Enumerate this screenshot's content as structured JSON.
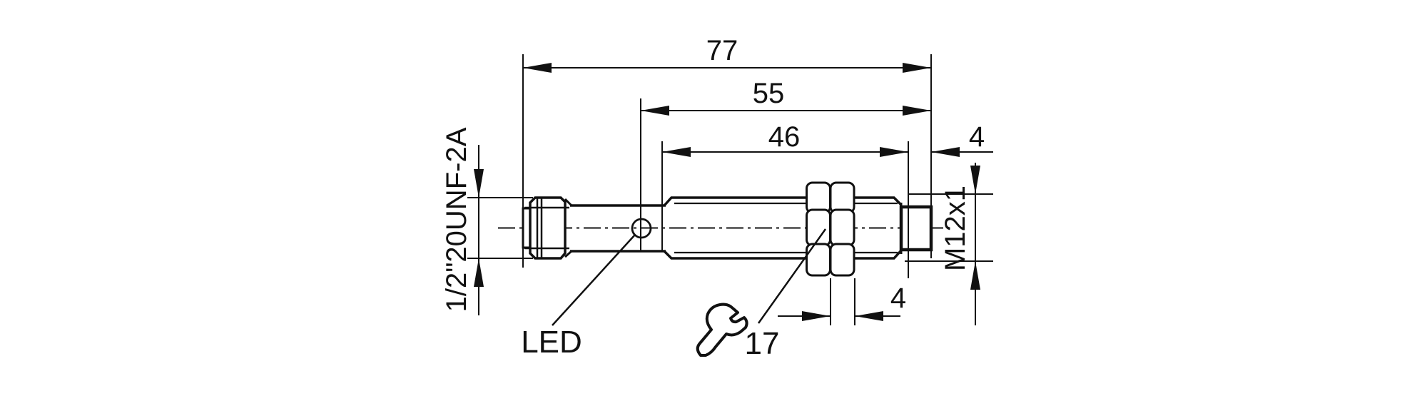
{
  "drawing": {
    "background_color": "#ffffff",
    "line_color": "#111111",
    "dimensions": {
      "overall_length": "77",
      "housing_length": "55",
      "thread_length": "46",
      "tip_length": "4",
      "nut_thickness": "4"
    },
    "threads": {
      "front": "M12x1",
      "rear": "1/2\"20UNF-2A"
    },
    "annotations": {
      "led_label": "LED",
      "wrench_size": "17"
    }
  }
}
